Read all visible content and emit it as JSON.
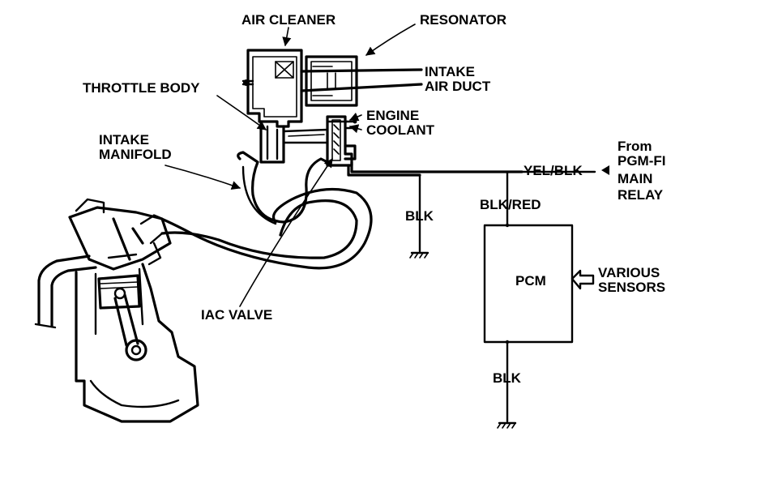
{
  "labels": {
    "air_cleaner": "AIR CLEANER",
    "resonator": "RESONATOR",
    "intake_air_duct_1": "INTAKE",
    "intake_air_duct_2": "AIR DUCT",
    "throttle_body": "THROTTLE BODY",
    "engine_coolant_1": "ENGINE",
    "engine_coolant_2": "COOLANT",
    "intake_manifold_1": "INTAKE",
    "intake_manifold_2": "MANIFOLD",
    "iac_valve": "IAC VALVE",
    "from_relay_1": "From",
    "from_relay_2": "PGM-FI",
    "from_relay_3": "MAIN",
    "from_relay_4": "RELAY",
    "wire_yel_blk": "YEL/BLK",
    "wire_blk_red": "BLK/RED",
    "ground_blk_1": "BLK",
    "ground_blk_2": "BLK",
    "pcm": "PCM",
    "various_sensors_1": "VARIOUS",
    "various_sensors_2": "SENSORS"
  }
}
